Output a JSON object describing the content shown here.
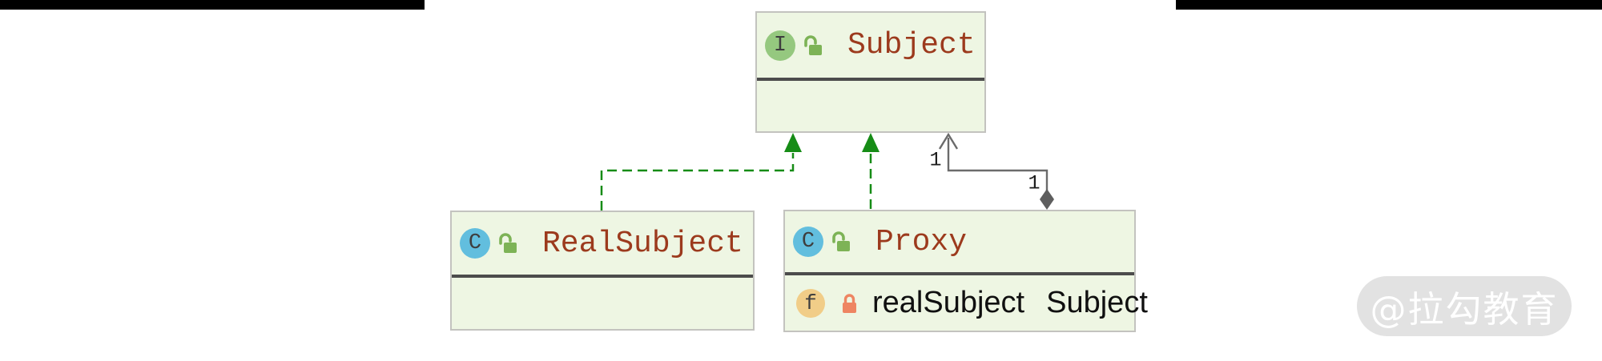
{
  "diagram": {
    "nodes": {
      "subject": {
        "badge": "I",
        "name": "Subject"
      },
      "realSubject": {
        "badge": "C",
        "name": "RealSubject"
      },
      "proxy": {
        "badge": "C",
        "name": "Proxy",
        "field": {
          "badge": "f",
          "name": "realSubject",
          "type": "Subject"
        }
      }
    },
    "edges": {
      "realization_realsubject_to_subject": {
        "style": "green-dashed-filled-triangle"
      },
      "realization_proxy_to_subject": {
        "style": "green-dashed-filled-triangle"
      },
      "aggregation": {
        "source_multiplicity": "1",
        "target_multiplicity": "1",
        "style": "gray-solid-open-arrow-filled-diamond"
      }
    }
  },
  "watermark": {
    "text": "@拉勾教育"
  },
  "colors": {
    "node_fill": "#eef6e3",
    "node_border": "#c3c3bf",
    "separator": "#4c4c4c",
    "title_text": "#9c3a1d",
    "field_text": "#101010",
    "realization_green": "#168c16",
    "association_gray": "#6b6b6b",
    "interface_badge": "#95c87f",
    "class_badge": "#62bede",
    "field_badge": "#f1cd88",
    "lock_open": "#7db356",
    "lock_closed": "#ee8562",
    "topbar_black": "#000000",
    "watermark_bg": "#e2e2e2",
    "watermark_text": "#ffffff"
  }
}
